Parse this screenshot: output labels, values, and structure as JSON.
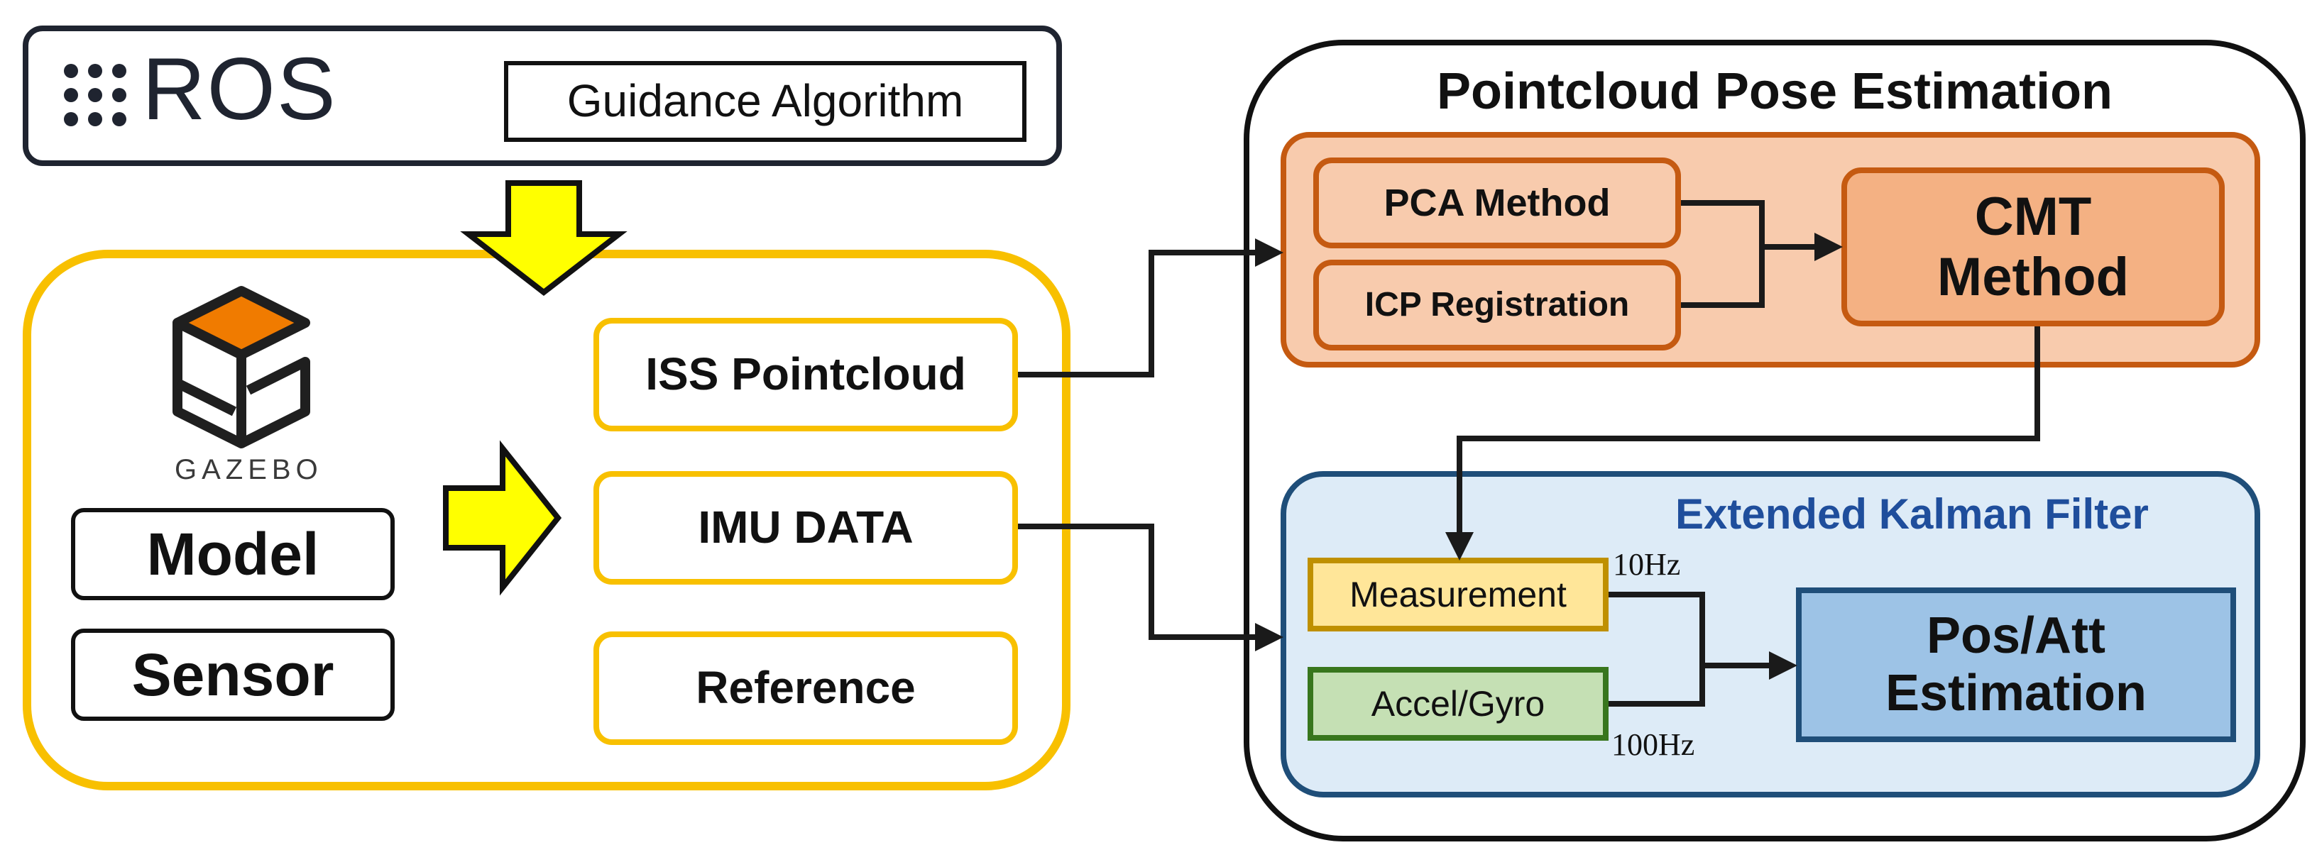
{
  "ros": {
    "logo_text": "ROS",
    "guidance_label": "Guidance Algorithm"
  },
  "simulation": {
    "gazebo_logo_text": "GAZEBO",
    "model_label": "Model",
    "sensor_label": "Sensor",
    "outputs": {
      "iss_pointcloud": "ISS Pointcloud",
      "imu_data": "IMU DATA",
      "reference": "Reference"
    }
  },
  "pose_estimation": {
    "title": "Pointcloud Pose Estimation",
    "pca_label": "PCA Method",
    "icp_label": "ICP Registration",
    "cmt_line1": "CMT",
    "cmt_line2": "Method"
  },
  "ekf": {
    "title": "Extended Kalman Filter",
    "measurement_label": "Measurement",
    "accel_gyro_label": "Accel/Gyro",
    "rate_measurement": "10Hz",
    "rate_accel_gyro": "100Hz",
    "output_line1": "Pos/Att",
    "output_line2": "Estimation"
  },
  "colors": {
    "ros_dark": "#1f2430",
    "sim_yellow": "#f8c000",
    "arrow_yellow": "#ffff00",
    "pose_orange": "#c55a11",
    "pose_fill": "#f8cbad",
    "cmt_fill": "#f4b183",
    "ekf_blue": "#1f4e79",
    "ekf_fill": "#ddebf7",
    "ekf_title": "#1f4e9c",
    "measurement_fill": "#ffe699",
    "accel_fill": "#c5e0b4",
    "output_fill": "#9dc3e6",
    "gazebo_orange": "#f07b00"
  }
}
